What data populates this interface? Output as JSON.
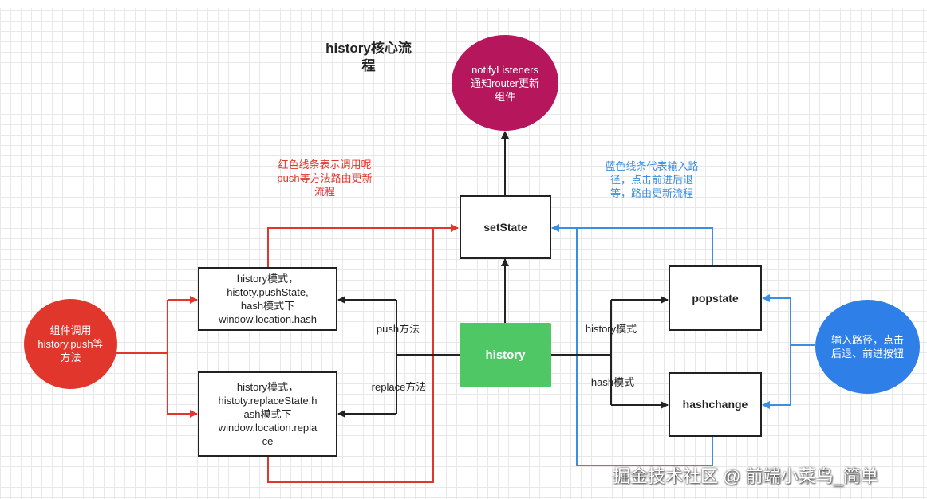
{
  "diagram": {
    "title": "history核心流\n程",
    "colors": {
      "red": "#e0362c",
      "blue": "#3a8fe0",
      "dark": "#222222",
      "green": "#4fc765",
      "magenta": "#b5165c",
      "blue_circle": "#2f7fe8"
    },
    "nodes": {
      "notify": "notifyListeners\n通知router更新\n组件",
      "setState": "setState",
      "history": "history",
      "push_box": "history模式，\nhistoty.pushState,\nhash模式下\nwindow.location.hash",
      "replace_box": "history模式，\nhistoty.replaceState,h\nash模式下\nwindow.location.repla\nce",
      "component": "组件调用\nhistory.push等\n方法",
      "popstate": "popstate",
      "hashchange": "hashchange",
      "user_input": "输入路径，点击\n后退、前进按钮"
    },
    "edge_labels": {
      "push": "push方法",
      "replace": "replace方法",
      "history_mode": "history模式",
      "hash_mode": "hash模式"
    },
    "notes": {
      "red": "红色线条表示调用呢\npush等方法路由更新\n流程",
      "blue": "蓝色线条代表输入路\n径，点击前进后退\n等，路由更新流程"
    },
    "watermark": "掘金技术社区 @ 前端小菜鸟_简单"
  }
}
